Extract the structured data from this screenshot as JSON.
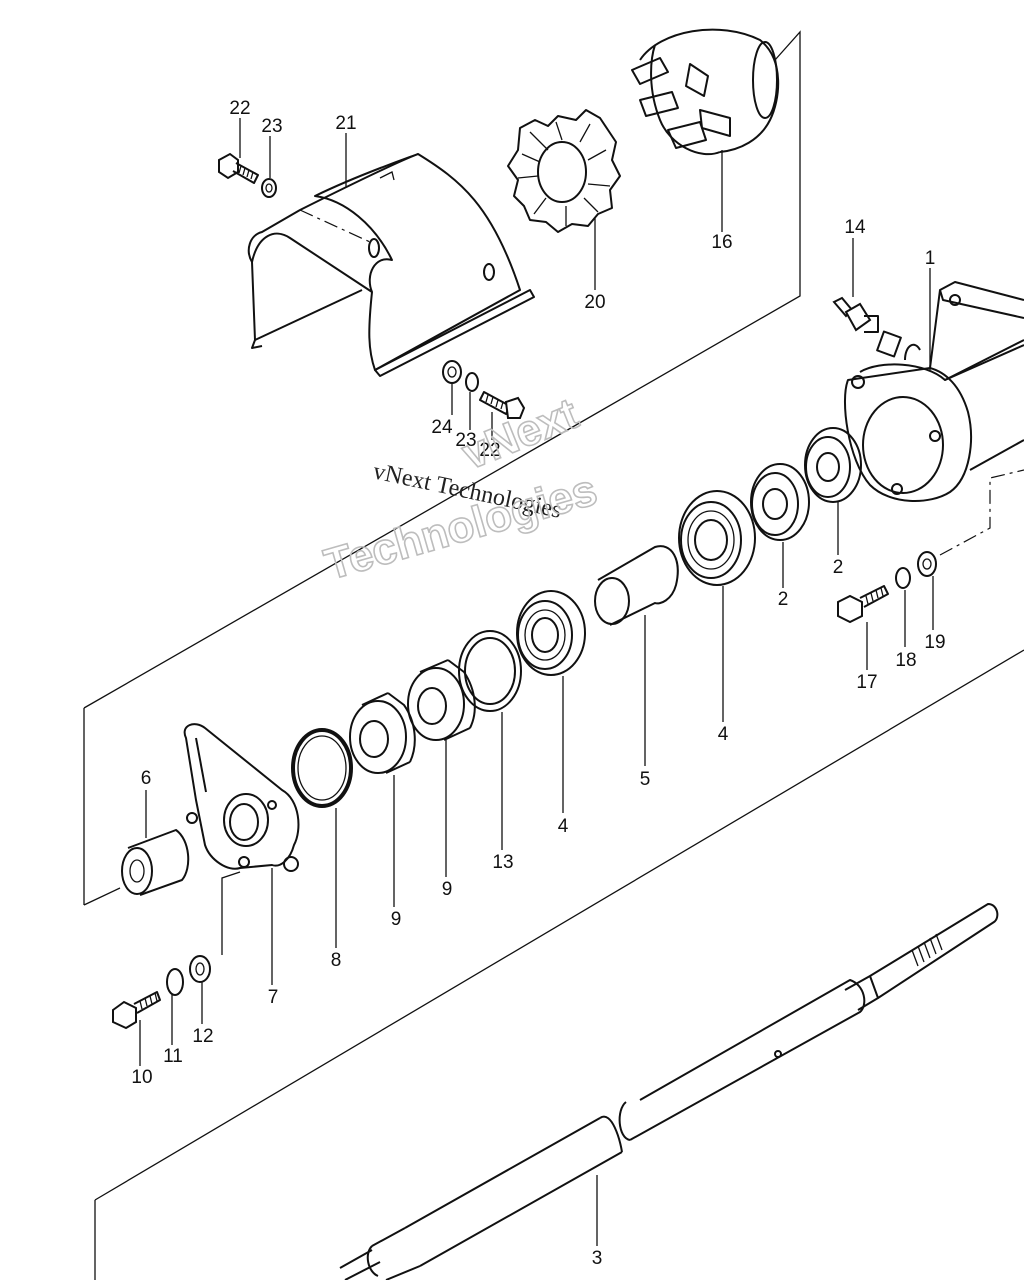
{
  "callouts": [
    {
      "id": "n22a",
      "text": "22"
    },
    {
      "id": "n23a",
      "text": "23"
    },
    {
      "id": "n21",
      "text": "21"
    },
    {
      "id": "n20",
      "text": "20"
    },
    {
      "id": "n16",
      "text": "16"
    },
    {
      "id": "n14",
      "text": "14"
    },
    {
      "id": "n1",
      "text": "1"
    },
    {
      "id": "n24",
      "text": "24"
    },
    {
      "id": "n23b",
      "text": "23"
    },
    {
      "id": "n22b",
      "text": "22"
    },
    {
      "id": "n2a",
      "text": "2"
    },
    {
      "id": "n2b",
      "text": "2"
    },
    {
      "id": "n17",
      "text": "17"
    },
    {
      "id": "n18",
      "text": "18"
    },
    {
      "id": "n19",
      "text": "19"
    },
    {
      "id": "n4a",
      "text": "4"
    },
    {
      "id": "n4b",
      "text": "4"
    },
    {
      "id": "n5",
      "text": "5"
    },
    {
      "id": "n13",
      "text": "13"
    },
    {
      "id": "n9a",
      "text": "9"
    },
    {
      "id": "n9b",
      "text": "9"
    },
    {
      "id": "n8",
      "text": "8"
    },
    {
      "id": "n6",
      "text": "6"
    },
    {
      "id": "n7",
      "text": "7"
    },
    {
      "id": "n10",
      "text": "10"
    },
    {
      "id": "n11",
      "text": "11"
    },
    {
      "id": "n12",
      "text": "12"
    },
    {
      "id": "n3",
      "text": "3"
    }
  ],
  "watermark": {
    "line1": "vNext Technologies",
    "line2a": "vNext",
    "line2b": "Technologies"
  }
}
